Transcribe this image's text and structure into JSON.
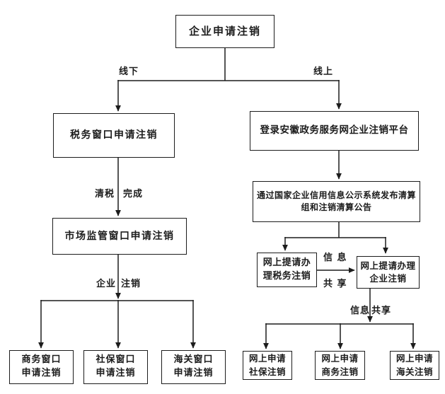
{
  "flowchart": {
    "root": "企业申请注销",
    "branches": {
      "offline": "线下",
      "online": "线上"
    },
    "offline": {
      "tax_window": "税务窗口申请注销",
      "edge_clear_tax_left": "清税",
      "edge_clear_tax_right": "完成",
      "market_window": "市场监管窗口申请注销",
      "edge_ent_cancel_left": "企业",
      "edge_ent_cancel_right": "注销",
      "leaves": [
        {
          "line1": "商务窗口",
          "line2": "申请注销"
        },
        {
          "line1": "社保窗口",
          "line2": "申请注销"
        },
        {
          "line1": "海关窗口",
          "line2": "申请注销"
        }
      ]
    },
    "online": {
      "login_platform": "登录安徽政务服务网企业注销平台",
      "publicity_line1": "通过国家企业信用信息公示系统发布清算",
      "publicity_line2": "组和注销清算公告",
      "tax_request": {
        "line1": "网上提请办",
        "line2": "理税务注销"
      },
      "ent_request": {
        "line1": "网上提请办理",
        "line2": "企业注销"
      },
      "share_horiz_top": "信 息",
      "share_horiz_bottom": "共 享",
      "share_vert_left": "信息",
      "share_vert_right": "共享",
      "leaves": [
        {
          "line1": "网上申请",
          "line2": "社保注销"
        },
        {
          "line1": "网上申请",
          "line2": "商务注销"
        },
        {
          "line1": "网上申请",
          "line2": "海关注销"
        }
      ]
    },
    "colors": {
      "line": "#1c1c1c",
      "background": "#ffffff"
    }
  }
}
